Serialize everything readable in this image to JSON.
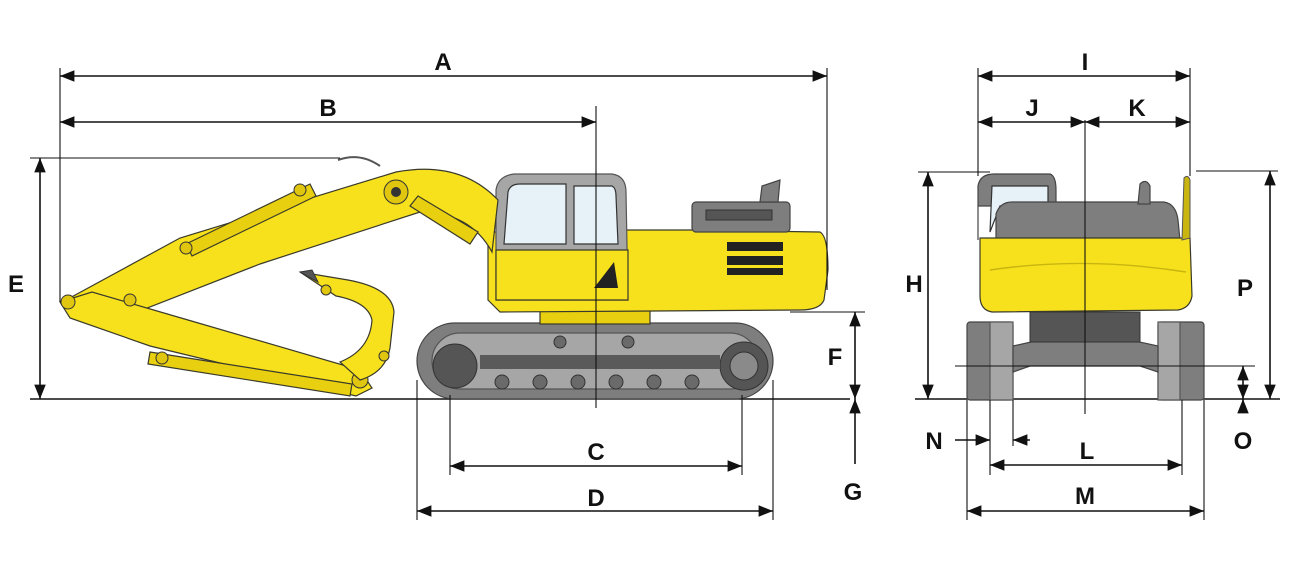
{
  "labels": {
    "A": "A",
    "B": "B",
    "C": "C",
    "D": "D",
    "E": "E",
    "F": "F",
    "G": "G",
    "H": "H",
    "I": "I",
    "J": "J",
    "K": "K",
    "L": "L",
    "M": "M",
    "N": "N",
    "O": "O",
    "P": "P"
  },
  "colors": {
    "body": "#f7e11c",
    "track": "#7e7e7e",
    "lines": "#111111"
  }
}
